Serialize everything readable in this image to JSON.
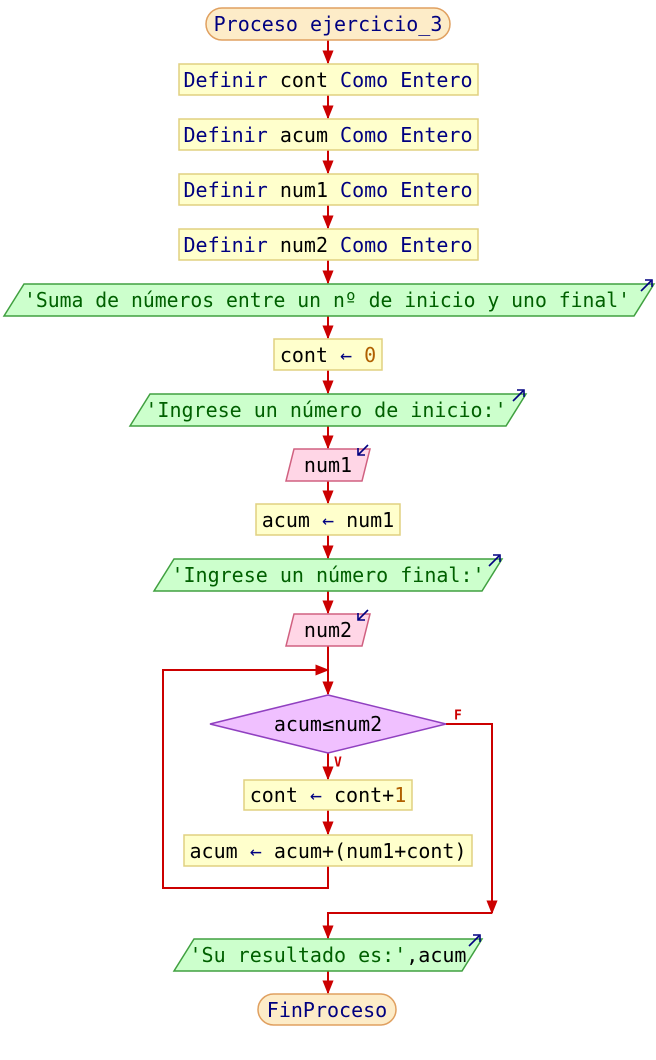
{
  "colors": {
    "terminal_fill": "#fdecc8",
    "terminal_stroke": "#e0a060",
    "process_fill": "#ffffcc",
    "process_stroke": "#e0d080",
    "output_fill": "#ccffcc",
    "output_stroke": "#40a040",
    "input_fill": "#ffd6e6",
    "input_stroke": "#d06080",
    "decision_fill": "#f0c0ff",
    "decision_stroke": "#9040c0",
    "arrow": "#cc0000",
    "io_icon": "#000080"
  },
  "start": {
    "label": "Proceso ejercicio_3"
  },
  "decls": [
    {
      "kw1": "Definir",
      "var": "cont",
      "kw2": "Como Entero"
    },
    {
      "kw1": "Definir",
      "var": "acum",
      "kw2": "Como Entero"
    },
    {
      "kw1": "Definir",
      "var": "num1",
      "kw2": "Como Entero"
    },
    {
      "kw1": "Definir",
      "var": "num2",
      "kw2": "Como Entero"
    }
  ],
  "out1": {
    "text": "'Suma de números entre un nº de inicio y uno final'"
  },
  "assign_cont": {
    "target": "cont",
    "arrow": "←",
    "value": "0"
  },
  "out2": {
    "text": "'Ingrese un número de inicio:'"
  },
  "in1": {
    "var": "num1"
  },
  "assign_acum": {
    "target": "acum",
    "arrow": "←",
    "value": "num1"
  },
  "out3": {
    "text": "'Ingrese un número final:'"
  },
  "in2": {
    "var": "num2"
  },
  "decision": {
    "condition": "acum≤num2",
    "true_label": "V",
    "false_label": "F"
  },
  "loop_body": {
    "inc": {
      "target": "cont",
      "arrow": "←",
      "expr": "cont+",
      "num": "1"
    },
    "acc": {
      "target": "acum",
      "arrow": "←",
      "expr": "acum+(num1+cont)"
    }
  },
  "out4": {
    "text": "'Su resultado es:'",
    "suffix": ",acum"
  },
  "end": {
    "label": "FinProceso"
  }
}
